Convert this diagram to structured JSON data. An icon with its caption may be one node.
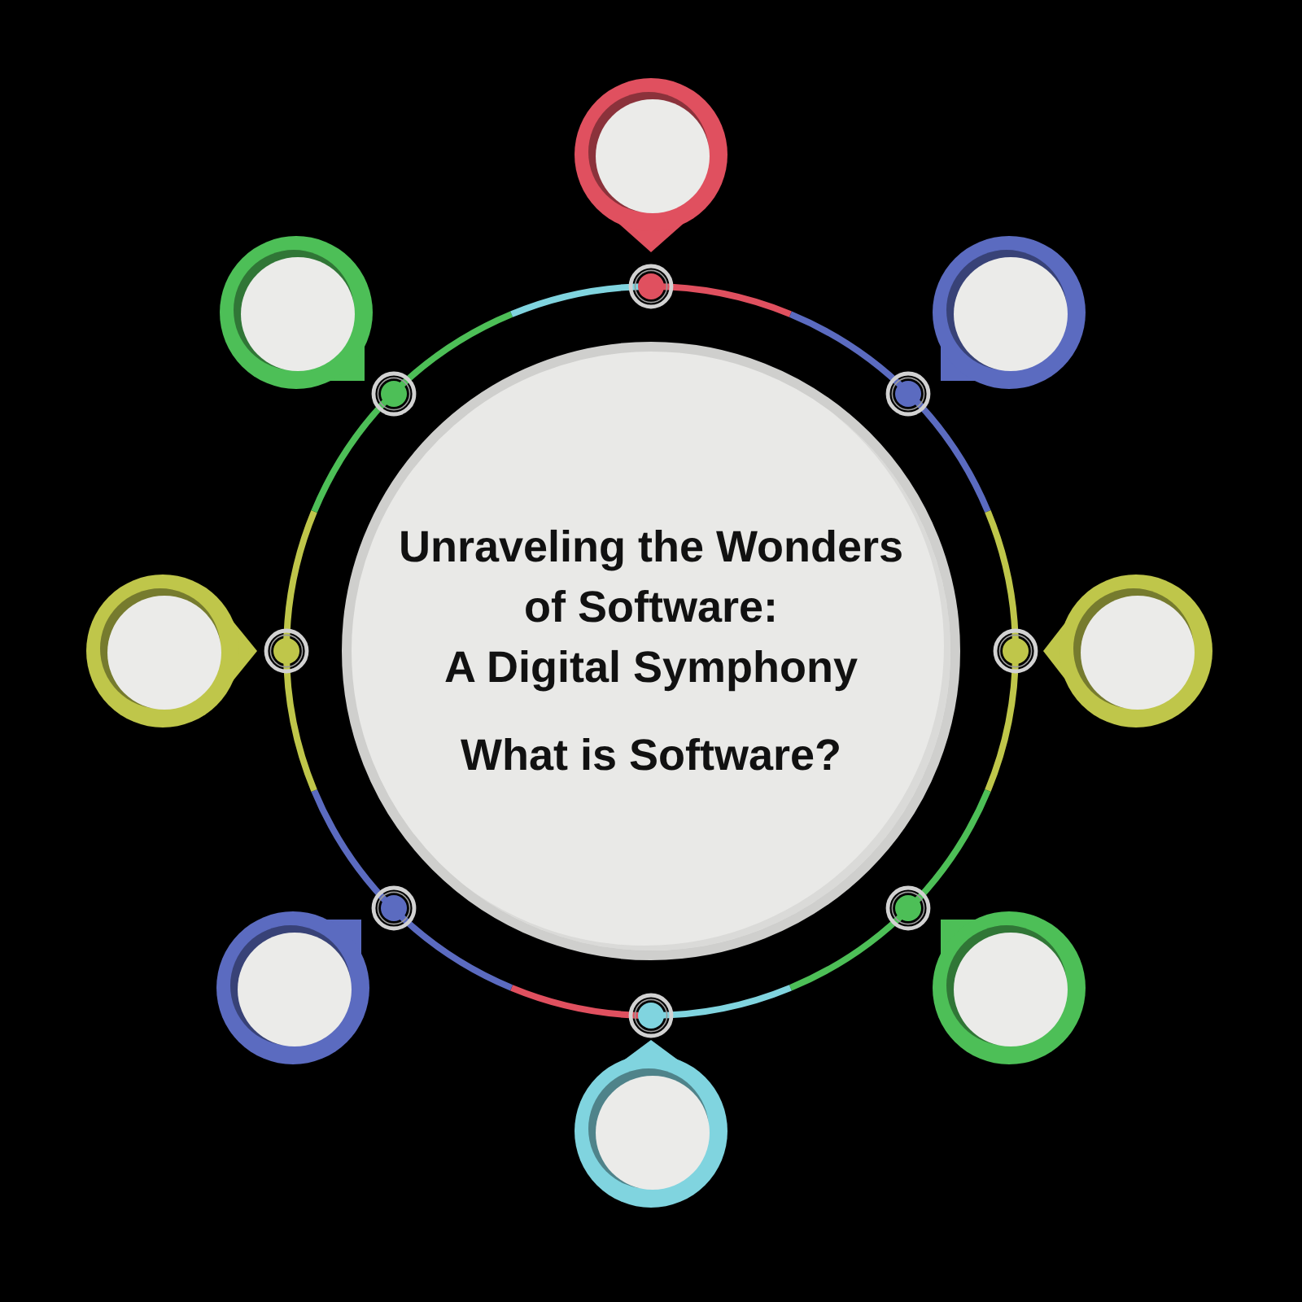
{
  "diagram": {
    "nodes": [
      {
        "text": [
          "Unraveling the Wonders of Software: A Digital Symphony",
          "What is Software?"
        ]
      },
      {
        "text": [],
        "shape": "circle"
      },
      {
        "text": [],
        "shape": "circle"
      },
      {
        "text": [],
        "shape": "circle"
      },
      {
        "text": [],
        "shape": "circle"
      },
      {
        "text": [],
        "shape": "circle"
      },
      {
        "text": [],
        "shape": "circle"
      },
      {
        "text": [],
        "shape": "circle"
      },
      {
        "text": [],
        "shape": "circle"
      }
    ]
  }
}
